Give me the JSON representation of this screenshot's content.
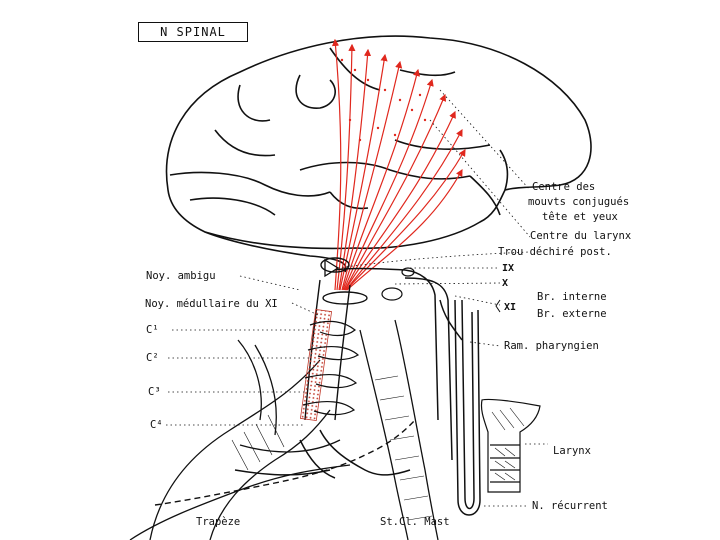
{
  "title": "N SPINAL",
  "labels": {
    "centre_mouvts_1": "Centre des",
    "centre_mouvts_2": "mouvts conjugués",
    "centre_mouvts_3": "tête et yeux",
    "centre_larynx": "Centre du larynx",
    "trou_dechire": "Trou déchiré post.",
    "nerve_ix": "IX",
    "nerve_x": "X",
    "nerve_xi": "XI",
    "br_interne": "Br. interne",
    "br_externe": "Br. externe",
    "ram_pharyngien": "Ram. pharyngien",
    "larynx": "Larynx",
    "n_recurrent": "N. récurrent",
    "noy_ambigu": "Noy. ambigu",
    "noy_medullaire": "Noy. médullaire du XI",
    "c1": "C¹",
    "c2": "C²",
    "c3": "C³",
    "c4": "C⁴",
    "trapeze": "Trapèze",
    "st_cl_mast": "St.Cl. Mast"
  },
  "colors": {
    "ink": "#111111",
    "pathway": "#e0281e",
    "nucleus": "#c0392b"
  }
}
